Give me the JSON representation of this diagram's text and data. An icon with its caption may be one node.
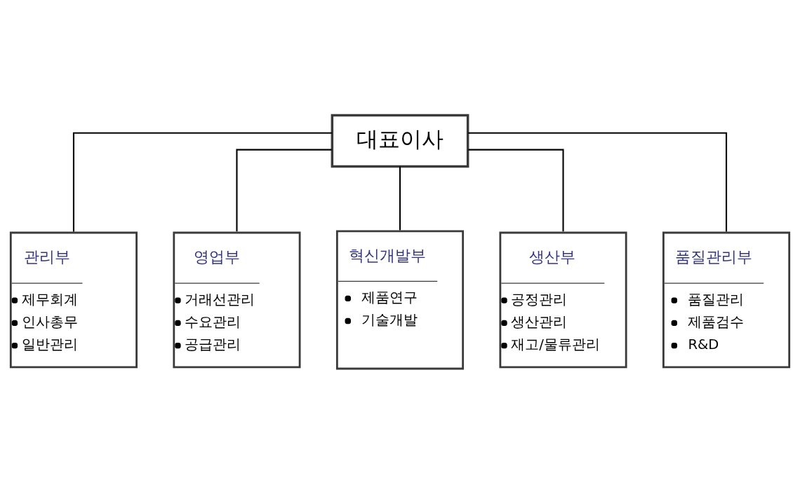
{
  "diagram": {
    "nodes": [
      {
        "text": [
          "대표이사"
        ]
      },
      {
        "text": [
          "관리부",
          "제무회계",
          "인사총무",
          "일반관리"
        ]
      },
      {
        "text": [
          "영업부",
          "거래선관리",
          "수요관리",
          "공급관리"
        ]
      },
      {
        "text": [
          "혁신개발부",
          "제품연구",
          "기술개발"
        ]
      },
      {
        "text": [
          "생산부",
          "공정관리",
          "생산관리",
          "재고/물류관리"
        ]
      },
      {
        "text": [
          "품질관리부",
          "품질관리",
          "제품검수",
          "R&D"
        ]
      }
    ],
    "edges": [
      {
        "from": 0,
        "to": 1,
        "arrow": "none"
      },
      {
        "from": 0,
        "to": 2,
        "arrow": "none"
      },
      {
        "from": 0,
        "to": 3,
        "arrow": "none"
      },
      {
        "from": 0,
        "to": 4,
        "arrow": "none"
      },
      {
        "from": 0,
        "to": 5,
        "arrow": "none"
      }
    ]
  }
}
